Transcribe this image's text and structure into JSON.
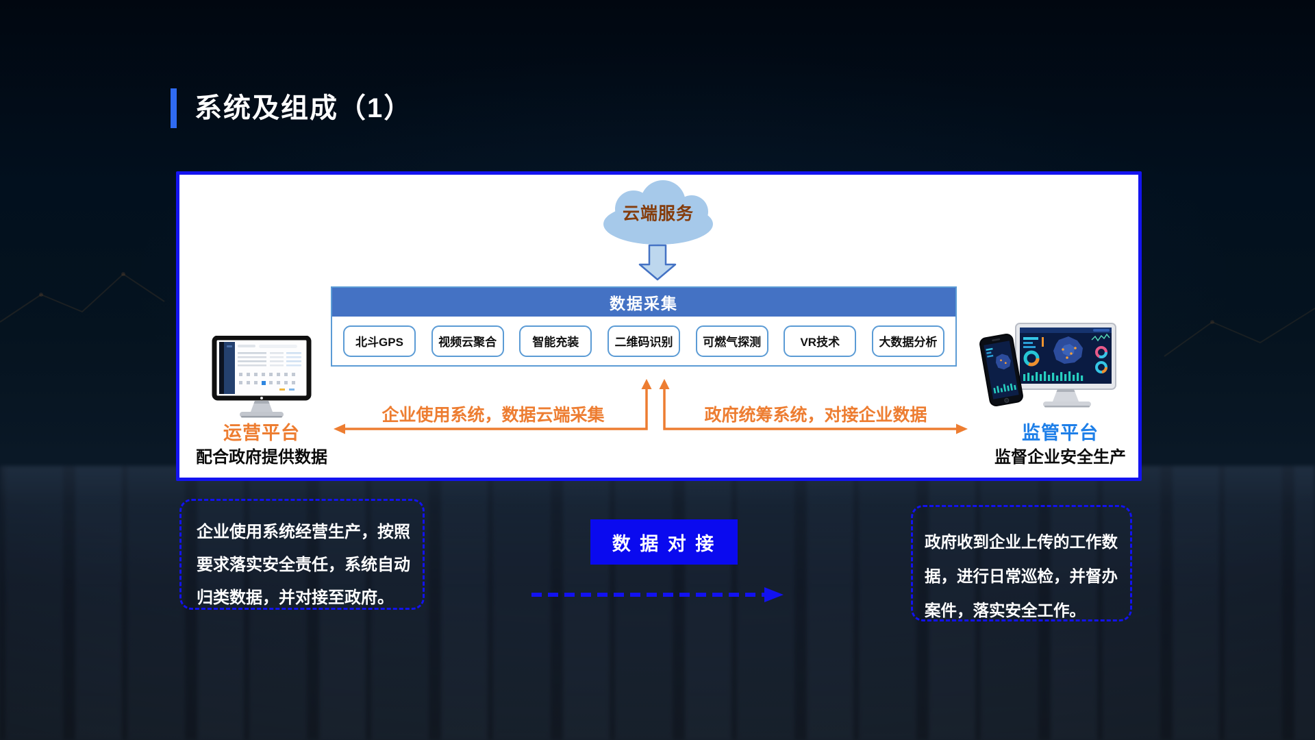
{
  "slide_title": "系统及组成（1）",
  "cloud": {
    "label": "云端服务"
  },
  "data_collection": {
    "header": "数据采集",
    "modules": [
      "北斗GPS",
      "视频云聚合",
      "智能充装",
      "二维码识别",
      "可燃气探测",
      "VR技术",
      "大数据分析"
    ]
  },
  "flows": {
    "left_label": "企业使用系统，数据云端采集",
    "right_label": "政府统筹系统，对接企业数据"
  },
  "platforms": {
    "left": {
      "name": "运营平台",
      "caption": "配合政府提供数据"
    },
    "right": {
      "name": "监管平台",
      "caption": "监督企业安全生产"
    }
  },
  "notes": {
    "left": {
      "lines": [
        "企业使用系统经营生产，按照",
        "要求落实安全责任，系统自动",
        "归类数据，并对接至政府。"
      ]
    },
    "right": {
      "lines": [
        "政府收到企业上传的工作数",
        "据，进行日常巡检，并督办",
        "案件，落实安全工作。"
      ]
    }
  },
  "connector": {
    "button_label": "数 据 对 接"
  },
  "colors": {
    "accent-blue": "#2F6BF2",
    "panel-border": "#1414F0",
    "header-bar": "#4472C4",
    "module-border": "#5B9BD5",
    "orange": "#ED7D31",
    "platform-left": "#ED7D31",
    "platform-right": "#1E7FE8",
    "cloud-fill": "#A6C9EA",
    "cloud-text": "#843C0C",
    "arrow-fill": "#BDD7EE",
    "arrow-stroke": "#4472C4",
    "note-border": "#1212F0",
    "button-bg": "#0A0AEF"
  }
}
